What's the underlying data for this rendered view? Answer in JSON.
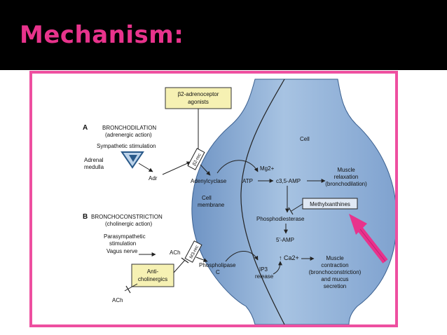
{
  "slide": {
    "title": "Mechanism:"
  },
  "colors": {
    "title": "#e8338c",
    "frame": "#ee4fa0",
    "cell_fill": "#8fb0d6",
    "label_box": "#f6f1b3",
    "arrow": "#e8338c"
  },
  "diagram": {
    "beta2_line1": "β2-adrenoceptor",
    "beta2_line2": "agonists",
    "section_a_letter": "A",
    "section_a_title": "BRONCHODILATION",
    "section_a_sub": "(adrenergic action)",
    "sympathetic": "Sympathetic stimulation",
    "adrenal_line1": "Adrenal",
    "adrenal_line2": "medulla",
    "adr": "Adr",
    "beta2_receptor": "β2-rec",
    "adenylcyclase": "Adenylcyclase",
    "atp": "ATP",
    "mg": "Mg2+",
    "camp": "c3,5-AMP",
    "relax_line1": "Muscle",
    "relax_line2": "relaxation",
    "relax_line3": "(bronchodilation)",
    "cell": "Cell",
    "membrane_line1": "Cell",
    "membrane_line2": "membrane",
    "methylxanthines": "Methylxanthines",
    "phosphodiesterase": "Phosphodiesterase",
    "five_amp": "5'-AMP",
    "section_b_letter": "B",
    "section_b_title": "BRONCHOCONSTRICTION",
    "section_b_sub": "(cholinergic action)",
    "parasym_line1": "Parasympathetic",
    "parasym_line2": "stimulation",
    "vagus": "Vagus nerve",
    "ach": "ACh",
    "m3_receptor": "M3-rec",
    "phospholipase_line1": "Phospholipase",
    "phospholipase_line2": "C",
    "ip3_line1": "IP3",
    "ip3_line2": "release",
    "ca": "↑ Ca2+",
    "contraction_line1": "Muscle",
    "contraction_line2": "contraction",
    "contraction_line3": "(bronchoconstriction)",
    "contraction_line4": "and mucus",
    "contraction_line5": "secretion",
    "anticholinergic_line1": "Anti-",
    "anticholinergic_line2": "cholinergics",
    "ach_bottom": "ACh"
  }
}
